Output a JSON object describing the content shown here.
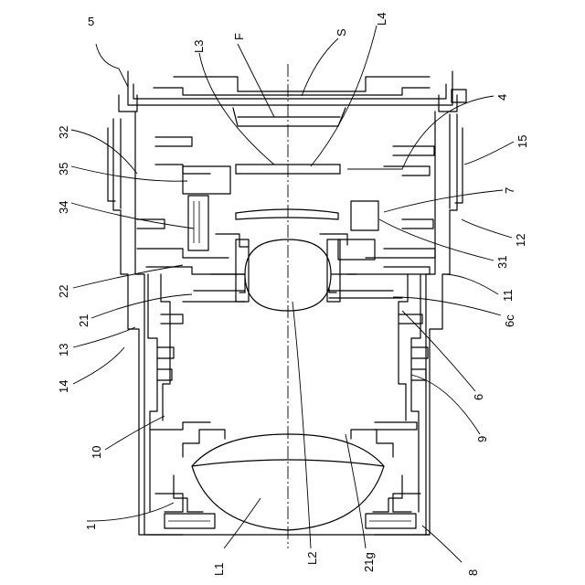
{
  "labels": {
    "l5": "5",
    "l_L3": "L3",
    "l_F": "F",
    "l_S": "S",
    "l_L4": "L4",
    "l4": "4",
    "l32": "32",
    "l35": "35",
    "l34": "34",
    "l15": "15",
    "l7": "7",
    "l12": "12",
    "l22": "22",
    "l31": "31",
    "l11": "11",
    "l21": "21",
    "l6c": "6c",
    "l13": "13",
    "l14": "14",
    "l6": "6",
    "l9": "9",
    "l10": "10",
    "l1": "1",
    "l_L1": "L1",
    "l_L2": "L2",
    "l21g": "21g",
    "l8": "8"
  }
}
